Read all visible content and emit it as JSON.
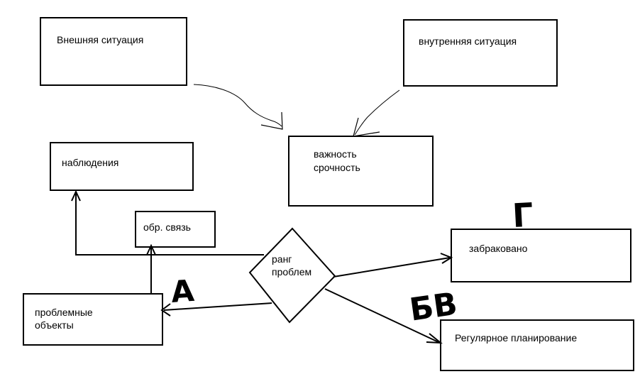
{
  "diagram": {
    "nodes": {
      "external_situation": "Внешняя ситуация",
      "internal_situation": "внутренняя  ситуация",
      "importance_urgency": [
        "важность",
        "срочность"
      ],
      "observations": "наблюдения",
      "feedback": "обр. связь",
      "problem_rank": [
        "ранг",
        "проблем"
      ],
      "rejected": "забраковано",
      "problem_objects": [
        "проблемные",
        "объекты"
      ],
      "regular_planning": "Регулярное планирование"
    },
    "handwritten_marks": {
      "mark_a": "А",
      "mark_bv": "БВ",
      "mark_g": "Г"
    }
  },
  "colors": {
    "stroke": "#000000",
    "text": "#000000",
    "background": "#ffffff"
  }
}
